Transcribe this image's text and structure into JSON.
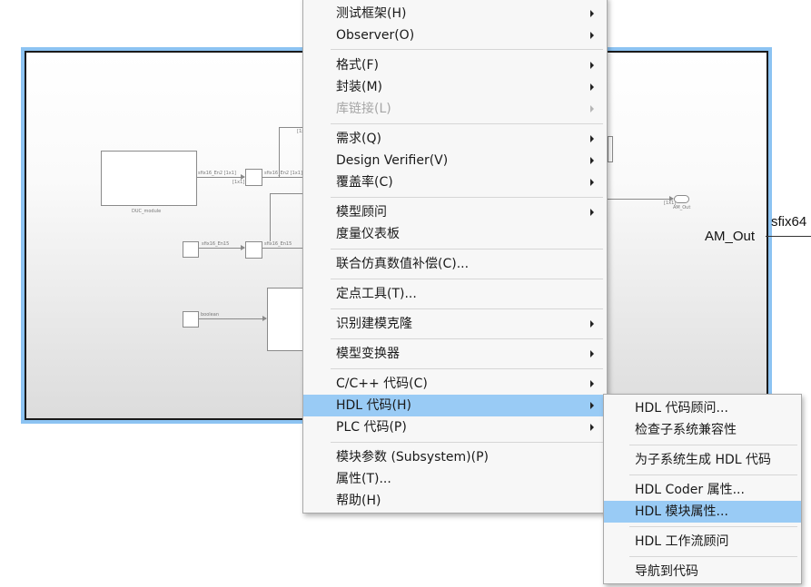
{
  "canvas": {
    "block_labels": {
      "duc_module": "DUC_module",
      "sig_en2_in": "sfix16_En2 [1x1]",
      "sig_en2_dim": "[1x1]",
      "sig_en2_b": "sfix16_En2 [1x1]",
      "sig_en15_a": "sfix16_En15",
      "sig_en15_b": "sfix16_En15",
      "sig_boolean": "boolean",
      "sig_top_dim": "[1x1]",
      "sig_out_dim": "[1x1]",
      "am_out_small": "AM_Out"
    },
    "output_port": {
      "name": "AM_Out",
      "type": "sfix64"
    }
  },
  "context_menu": {
    "items": [
      {
        "label": "测试框架(H)",
        "submenu": true
      },
      {
        "label": "Observer(O)",
        "submenu": true
      },
      {
        "label": "格式(F)",
        "submenu": true
      },
      {
        "label": "封装(M)",
        "submenu": true
      },
      {
        "label": "库链接(L)",
        "submenu": true,
        "disabled": true
      },
      {
        "label": "需求(Q)",
        "submenu": true
      },
      {
        "label": "Design Verifier(V)",
        "submenu": true
      },
      {
        "label": "覆盖率(C)",
        "submenu": true
      },
      {
        "label": "模型顾问",
        "submenu": true
      },
      {
        "label": "度量仪表板",
        "submenu": false
      },
      {
        "label": "联合仿真数值补偿(C)...",
        "submenu": false
      },
      {
        "label": "定点工具(T)...",
        "submenu": false
      },
      {
        "label": "识别建模克隆",
        "submenu": true
      },
      {
        "label": "模型变换器",
        "submenu": true
      },
      {
        "label": "C/C++ 代码(C)",
        "submenu": true
      },
      {
        "label": "HDL 代码(H)",
        "submenu": true,
        "highlighted": true
      },
      {
        "label": "PLC 代码(P)",
        "submenu": true
      },
      {
        "label": "模块参数 (Subsystem)(P)",
        "submenu": false
      },
      {
        "label": "属性(T)...",
        "submenu": false
      },
      {
        "label": "帮助(H)",
        "submenu": false
      }
    ]
  },
  "hdl_submenu": {
    "items": [
      {
        "label": "HDL 代码顾问..."
      },
      {
        "label": "检查子系统兼容性"
      },
      {
        "label": "为子系统生成 HDL 代码"
      },
      {
        "label": "HDL Coder 属性..."
      },
      {
        "label": "HDL 模块属性...",
        "highlighted": true
      },
      {
        "label": "HDL 工作流顾问"
      },
      {
        "label": "导航到代码"
      }
    ]
  },
  "colors": {
    "selection_frame": "#8cc3f2",
    "menu_highlight": "#99cbf5",
    "menu_background": "#f7f7f7"
  }
}
